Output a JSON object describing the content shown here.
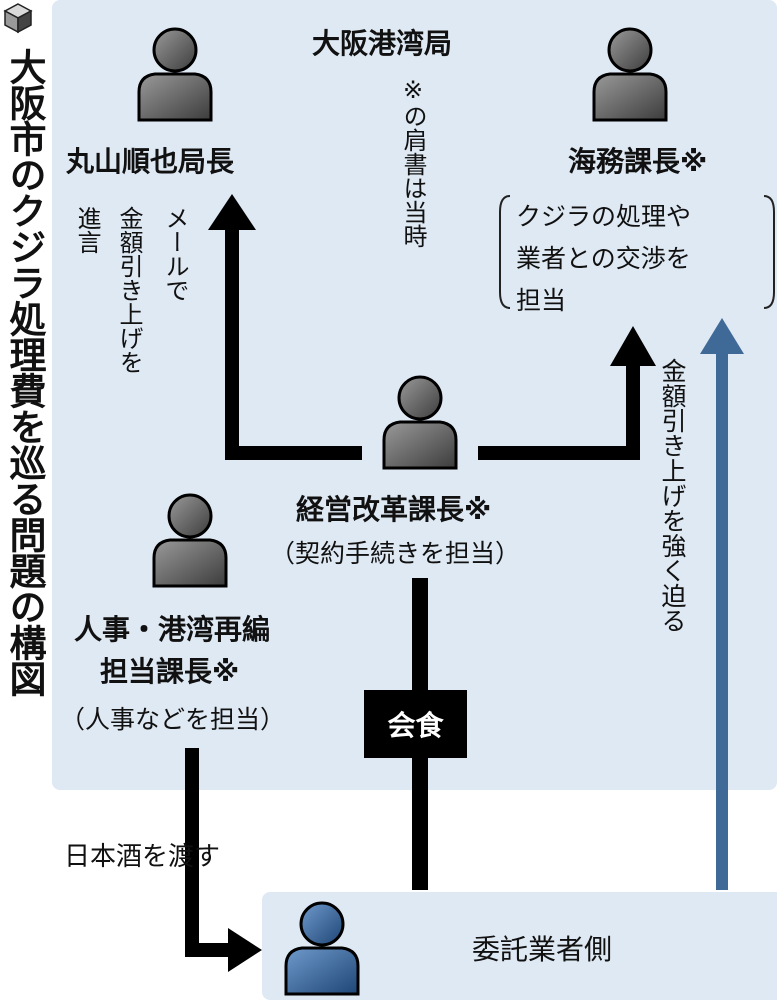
{
  "title": "大阪市のクジラ処理費を巡る問題の構図",
  "bureau": "大阪港湾局",
  "director": "丸山順也局長",
  "maritime_chief": "海務課長※",
  "maritime_role": "クジラの処理や業者との交渉を担当",
  "maritime_role_lines": [
    "クジラの処理や",
    "業者との交渉を",
    "担当"
  ],
  "reform_chief": "経営改革課長※",
  "reform_role": "（契約手続きを担当）",
  "hr_chief_line1": "人事・港湾再編",
  "hr_chief_line2": "担当課長※",
  "hr_role": "（人事などを担当）",
  "title_note": "※の肩書は当時",
  "email_note_col1": "メールで",
  "email_note_col2": "金額引き上げを",
  "email_note_col3": "進言",
  "pressure_note": "金額引き上げを強く迫る",
  "dinner_badge": "会食",
  "sake_note": "日本酒を渡す",
  "vendor": "委託業者側",
  "colors": {
    "panel": "#dfe9f4",
    "arrow_black": "#000000",
    "arrow_blue": "#3f6a97",
    "person_gray": "#5a5a5a",
    "person_blue": "#2f5a8c"
  }
}
